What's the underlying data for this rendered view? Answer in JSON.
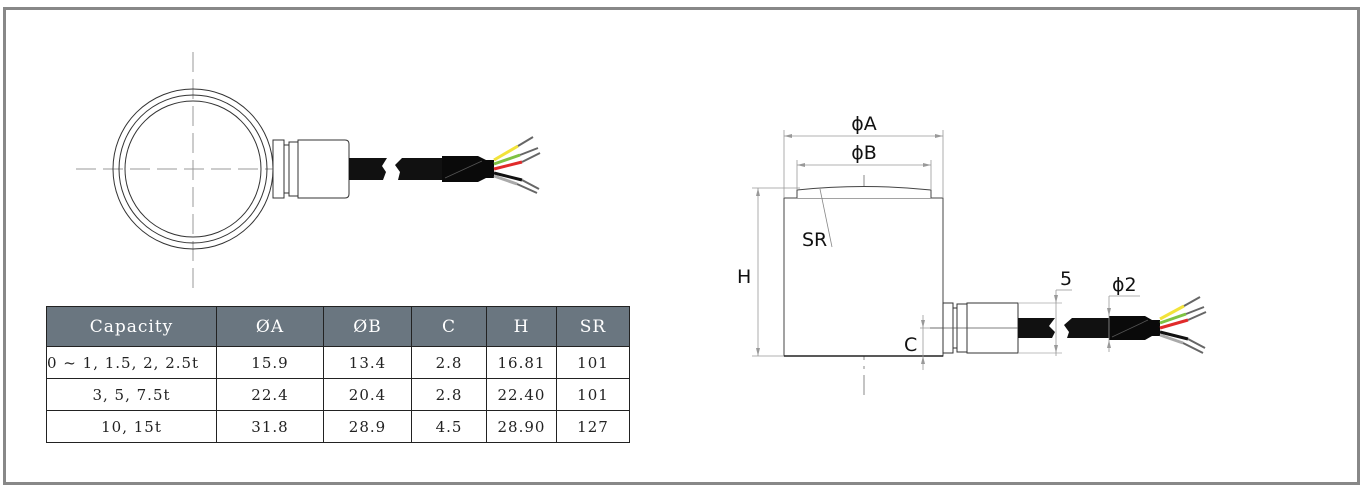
{
  "drawing": {
    "top_view": {
      "name": "Load cell top view with cable"
    },
    "side_view": {
      "labels": {
        "diameter_a": "ϕA",
        "diameter_b": "ϕB",
        "sphere_radius": "SR",
        "height": "H",
        "offset_c": "C",
        "cable_length": "5",
        "cable_diameter": "ϕ2"
      }
    },
    "wire_colors": [
      "#f2e33a",
      "#7ec242",
      "#e02a2a",
      "#111111",
      "#ffffff"
    ],
    "colors": {
      "frame": "#888888",
      "header_bg": "#6a7680",
      "cable": "#111111"
    }
  },
  "table": {
    "headers": [
      "Capacity",
      "ØA",
      "ØB",
      "C",
      "H",
      "SR"
    ],
    "rows": [
      [
        "0 ~ 1, 1.5, 2, 2.5t",
        "15.9",
        "13.4",
        "2.8",
        "16.81",
        "101"
      ],
      [
        "3, 5, 7.5t",
        "22.4",
        "20.4",
        "2.8",
        "22.40",
        "101"
      ],
      [
        "10, 15t",
        "31.8",
        "28.9",
        "4.5",
        "28.90",
        "127"
      ]
    ]
  }
}
